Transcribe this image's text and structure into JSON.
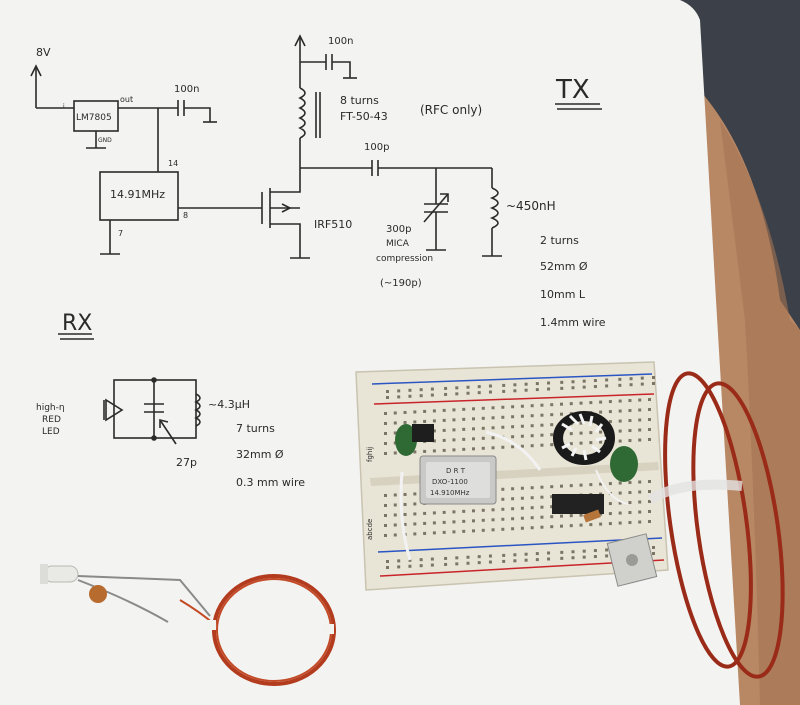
{
  "colors": {
    "paper": "#f3f3f1",
    "ink": "#2b2b2b",
    "copper": "#a0311c",
    "breadboard": "#e9e5d8",
    "arm": "#b98763",
    "background": "#3a3f46"
  },
  "tx": {
    "title": "TX",
    "supply_voltage": "8V",
    "regulator": {
      "name": "LM7805",
      "pin_in": "i",
      "pin_out": "out",
      "pin_gnd": "GND"
    },
    "bypass_cap_regulator": "100n",
    "oscillator": {
      "freq": "14.91MHz",
      "pin_vcc": "14",
      "pin_gnd": "7",
      "pin_out": "8"
    },
    "transistor": "IRF510",
    "bypass_cap_top": "100n",
    "rfc": {
      "turns": "8 turns",
      "core": "FT-50-43",
      "note": "(RFC only)"
    },
    "coupling_cap": "100p",
    "tuning_cap": {
      "value": "300p",
      "type": "MICA",
      "kind": "compression",
      "approx": "(~190p)"
    },
    "inductor": {
      "value": "~450nH",
      "turns": "2 turns",
      "diameter": "52mm Ø",
      "length": "10mm L",
      "wire": "1.4mm wire"
    }
  },
  "rx": {
    "title": "RX",
    "led": [
      "high-η",
      "RED",
      "LED"
    ],
    "cap": "27p",
    "inductor": {
      "value": "~4.3μH",
      "turns": "7 turns",
      "diameter": "32mm Ø",
      "wire": "0.3 mm wire"
    }
  },
  "oscillator_can": {
    "line1": "D R T",
    "line2": "DXO-1100",
    "line3": "14.910MHz"
  },
  "breadboard_row_letters": "abcde",
  "breadboard_row_letters_top": "fghij"
}
